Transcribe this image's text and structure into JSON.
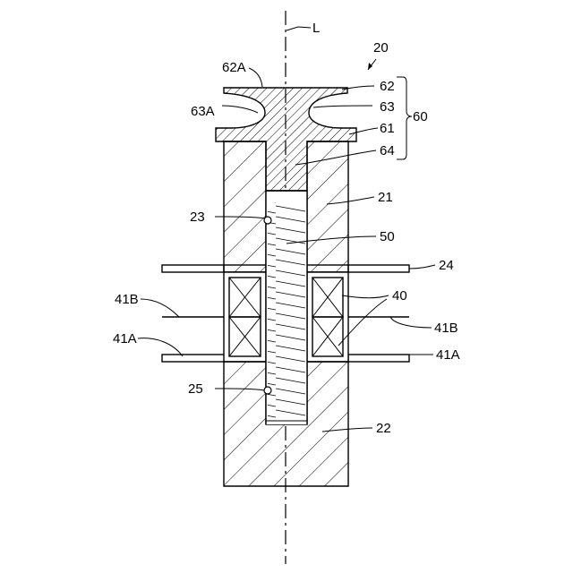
{
  "figure": {
    "labels": {
      "axis_L": "L",
      "assembly": "20",
      "cap_top": "62A",
      "cap_groove": "63A",
      "flange_upper": "62",
      "groove": "63",
      "flange_lower": "61",
      "stem": "64",
      "cap_group": "60",
      "upper_body": "21",
      "upper_bore": "23",
      "spring": "50",
      "plate": "24",
      "bearing": "40",
      "lead_b_left": "41B",
      "lead_b_right": "41B",
      "lead_a_left": "41A",
      "lead_a_right": "41A",
      "lower_bore": "25",
      "lower_body": "22"
    }
  }
}
